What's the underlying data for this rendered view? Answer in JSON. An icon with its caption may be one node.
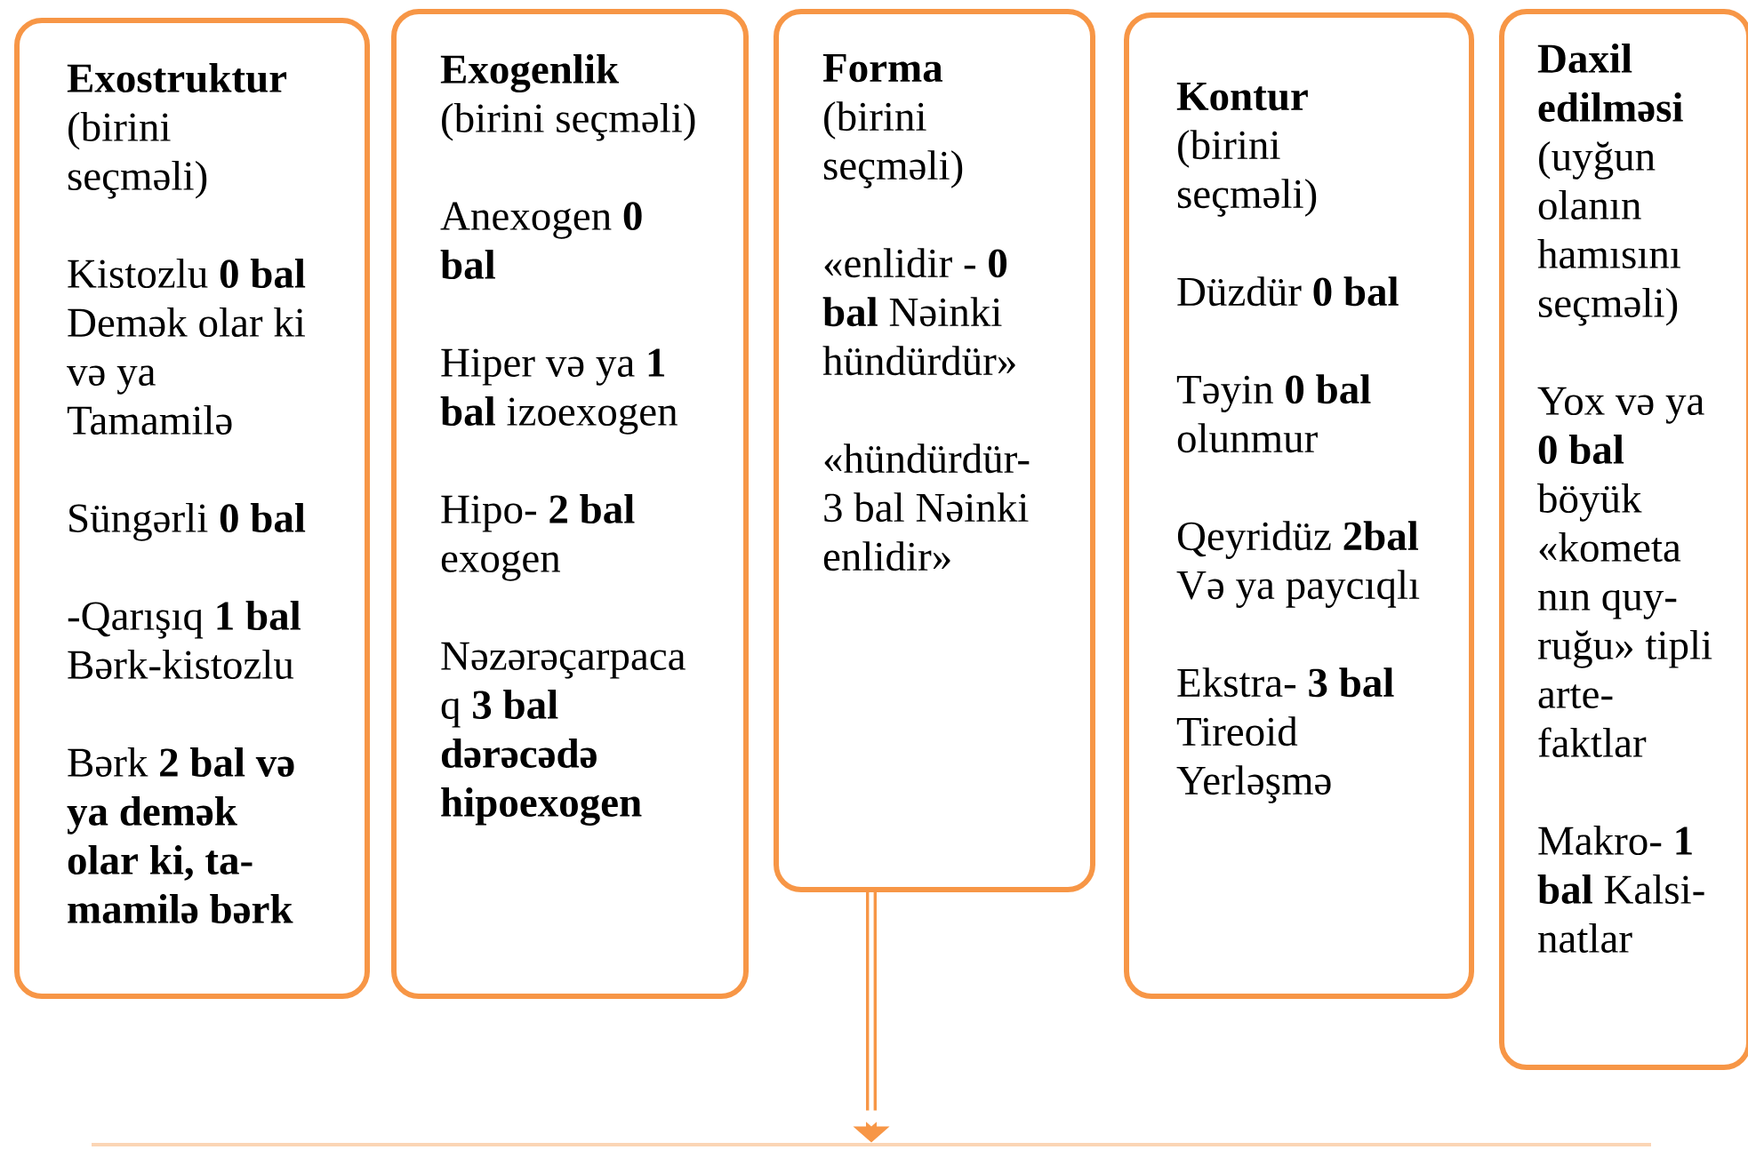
{
  "diagram": {
    "nodes": [
      {
        "text": [
          "Exostruktur",
          "(birini seçməli)",
          "Kistozlu **0 bal** Demək olar ki və ya Tamamilə",
          "Süngərli **0 bal**",
          "-Qarışıq  **1 bal** Bərk-kistozlu",
          "Bərk   **2 bal və ya demək olar ki, ta- mamilə bərk**"
        ]
      },
      {
        "text": [
          "Exogenlik",
          "(birini seçməli)",
          "Anexogen **0  bal**",
          "Hiper və ya **1 bal** izoexogen",
          "Hipo- **2 bal** exogen",
          "Nəzərəçarpaca q    **3 bal dərəcədə hipoexogen**"
        ]
      },
      {
        "text": [
          "Forma",
          "(birini seçməli)",
          "«enlidir - **0 bal** Nəinki hündürdür»",
          "«hündürdür- 3 bal Nəinki enlidir»"
        ]
      },
      {
        "text": [
          "Kontur",
          "(birini seçməli)",
          "Düzdür **0 bal**",
          "Təyin **0 bal** olunmur",
          "Qeyridüz **2bal** Və ya paycıqlı",
          "Ekstra-   **3 bal** Tireoid Yerləşmə"
        ]
      },
      {
        "text": [
          "Daxil edilməsi",
          "(uyğun olanın hamısını seçməli)",
          "Yox  və ya **0 bal** böyük «kometa nın quy- ruğu» tipli arte- faktlar",
          "Makro- **1 bal** Kalsi- natlar"
        ]
      },
      {
        "text": [],
        "shape": "box"
      }
    ],
    "edges": [
      {
        "from": 2,
        "to": 5,
        "arrow": "to"
      }
    ]
  }
}
